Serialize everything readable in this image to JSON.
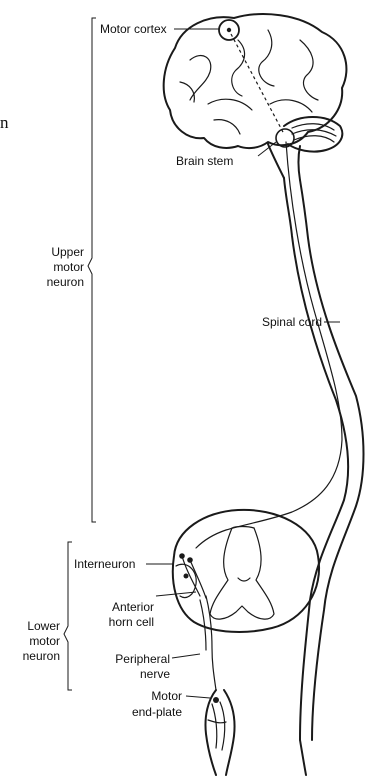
{
  "labels": {
    "motor_cortex": "Motor cortex",
    "brain_stem": "Brain stem",
    "upper_line1": "Upper",
    "upper_line2": "motor",
    "upper_line3": "neuron",
    "spinal_cord": "Spinal cord",
    "interneuron": "Interneuron",
    "anterior_line1": "Anterior",
    "anterior_line2": "horn cell",
    "lower_line1": "Lower",
    "lower_line2": "motor",
    "lower_line3": "neuron",
    "peripheral_line1": "Peripheral",
    "peripheral_line2": "nerve",
    "endplate_line1": "Motor",
    "endplate_line2": "end-plate",
    "stray_letter": "n"
  },
  "colors": {
    "ink": "#1a1a1a",
    "background": "#ffffff"
  }
}
